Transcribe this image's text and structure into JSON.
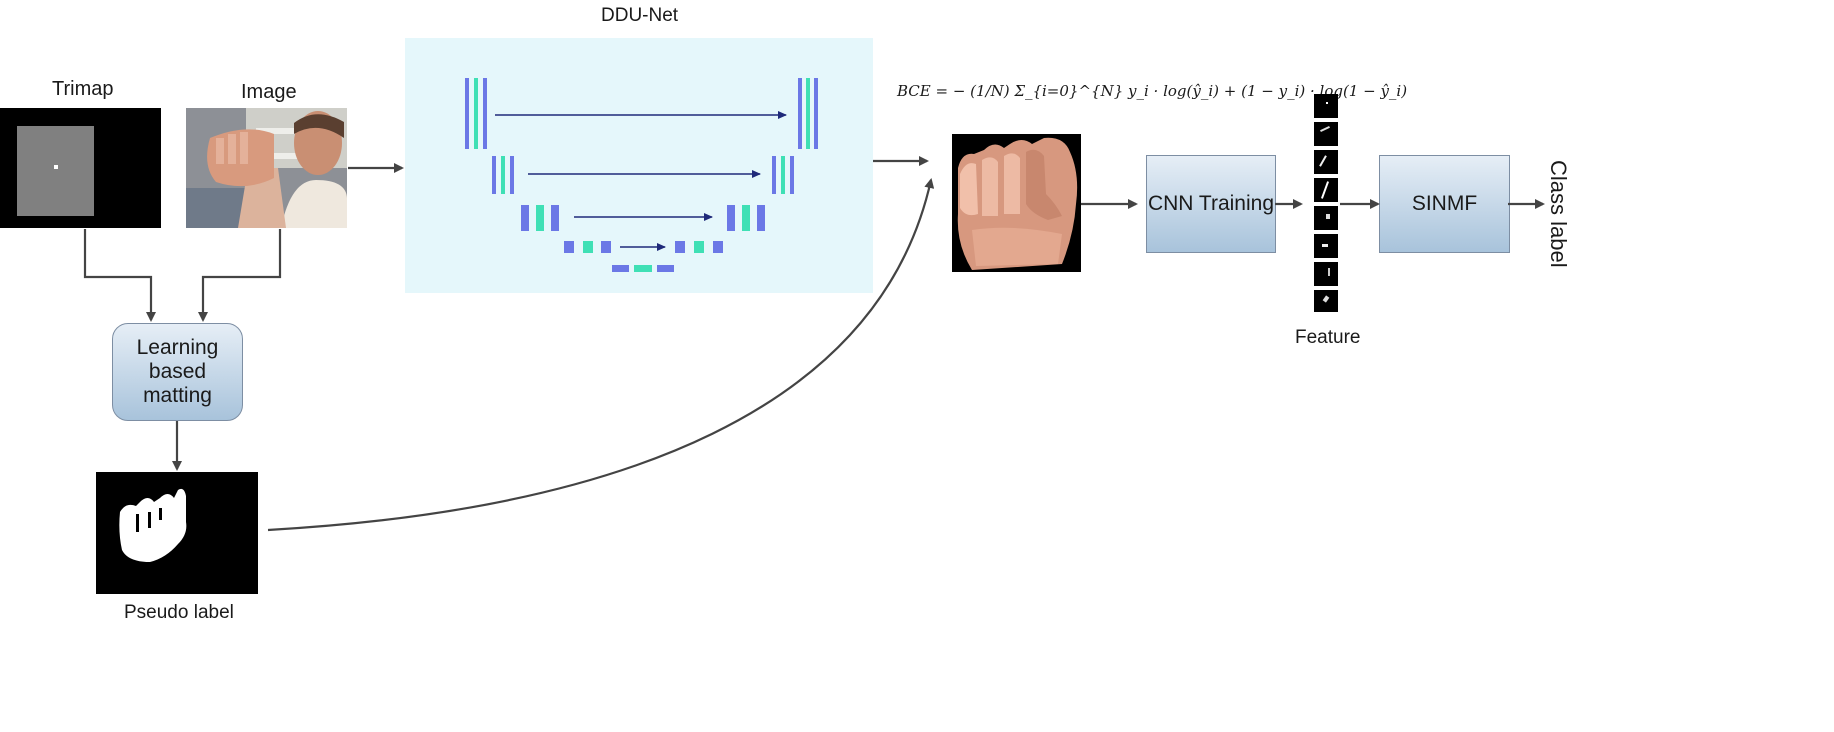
{
  "labels": {
    "trimap": "Trimap",
    "image": "Image",
    "ddu_net": "DDU-Net",
    "learning_matting": "Learning based matting",
    "pseudo_label": "Pseudo label",
    "cnn_training": "CNN Training",
    "sinmf": "SINMF",
    "feature": "Feature",
    "class_label": "Class label"
  },
  "formula": {
    "text": "BCE = − (1/N) Σ_{i=0}^{N} y_i · log(ŷ_i) + (1 − y_i) · log(1 − ŷ_i)"
  },
  "colors": {
    "node_top": "#e6eef6",
    "node_bottom": "#a8c3db",
    "ddu_bg": "#e5f7fb",
    "bar_blue": "#6b78e6",
    "bar_teal": "#3fe0b5",
    "skip_arrow": "#1f2a7a",
    "flow_arrow": "#444444"
  },
  "icons": [
    "hand-photo-icon",
    "person-photo-icon",
    "mask-icon",
    "feature-map-icon"
  ]
}
